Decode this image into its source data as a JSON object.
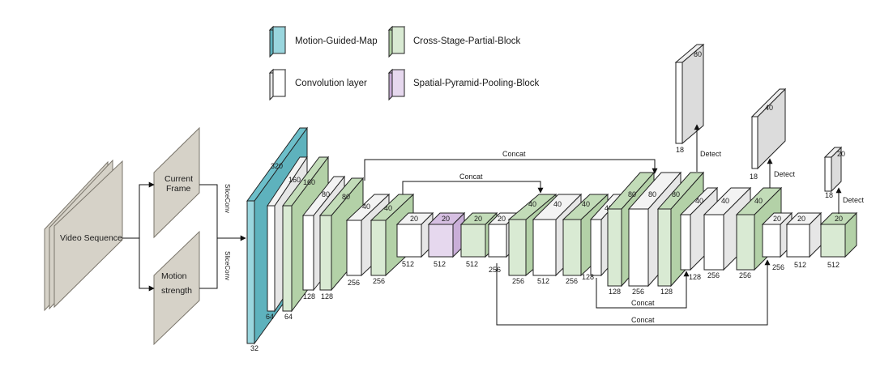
{
  "colors": {
    "motion": [
      "#9ad6de",
      "#6cbfca",
      "#5eb2bd"
    ],
    "csp": [
      "#d9ead3",
      "#c2dcb8",
      "#b3d1a7"
    ],
    "conv": [
      "#ffffff",
      "#f3f3f3",
      "#e6e6e6"
    ],
    "spp": [
      "#e6d8ee",
      "#d6bfe2",
      "#c9aed8"
    ],
    "detect": [
      "#ffffff",
      "#eeeeee",
      "#dcdcdc"
    ],
    "frame": "#d6d2c8",
    "frame_stroke": "#7a756b"
  },
  "legend": {
    "motion_map": "Motion-Guided-Map",
    "csp_block": "Cross-Stage-Partial-Block",
    "conv_layer": "Convolution layer",
    "spp_block": "Spatial-Pyramid-Pooling-Block"
  },
  "inputs": {
    "video_sequence": "Video Sequence",
    "current_frame": "Current Frame",
    "motion_strength": "Motion strength",
    "slice_conv": "SliceConv"
  },
  "links": {
    "concat": "Concat",
    "detect": "Detect"
  },
  "blocks": [
    {
      "kind": "motion",
      "top": "320",
      "bottom": "32"
    },
    {
      "kind": "conv",
      "top": "160",
      "bottom": "64"
    },
    {
      "kind": "csp",
      "top": "160",
      "bottom": "64"
    },
    {
      "kind": "conv",
      "top": "80",
      "bottom": "128"
    },
    {
      "kind": "csp",
      "top": "80",
      "bottom": "128"
    },
    {
      "kind": "conv",
      "top": "40",
      "bottom": "256"
    },
    {
      "kind": "csp",
      "top": "40",
      "bottom": "256"
    },
    {
      "kind": "conv",
      "top": "20",
      "bottom": "512"
    },
    {
      "kind": "spp",
      "top": "20",
      "bottom": "512"
    },
    {
      "kind": "csp",
      "top": "20",
      "bottom": "512"
    },
    {
      "kind": "conv",
      "top": "20",
      "bottom": "256"
    },
    {
      "kind": "csp",
      "top": "40",
      "bottom": "256"
    },
    {
      "kind": "conv",
      "top": "40",
      "bottom": "512"
    },
    {
      "kind": "csp",
      "top": "40",
      "bottom": "256"
    },
    {
      "kind": "conv",
      "top": "40",
      "bottom": "128"
    },
    {
      "kind": "csp",
      "top": "80",
      "bottom": "128"
    },
    {
      "kind": "conv",
      "top": "80",
      "bottom": "256"
    },
    {
      "kind": "csp",
      "top": "80",
      "bottom": "128"
    },
    {
      "kind": "conv",
      "top": "40",
      "bottom": "128"
    },
    {
      "kind": "conv",
      "top": "40",
      "bottom": "256"
    },
    {
      "kind": "csp",
      "top": "40",
      "bottom": "256"
    },
    {
      "kind": "conv",
      "top": "20",
      "bottom": "256"
    },
    {
      "kind": "conv",
      "top": "20",
      "bottom": "512"
    },
    {
      "kind": "csp",
      "top": "20",
      "bottom": "512"
    }
  ],
  "detect_heads": [
    {
      "top": "80",
      "bottom": "18"
    },
    {
      "top": "40",
      "bottom": "18"
    },
    {
      "top": "20",
      "bottom": "18"
    }
  ]
}
